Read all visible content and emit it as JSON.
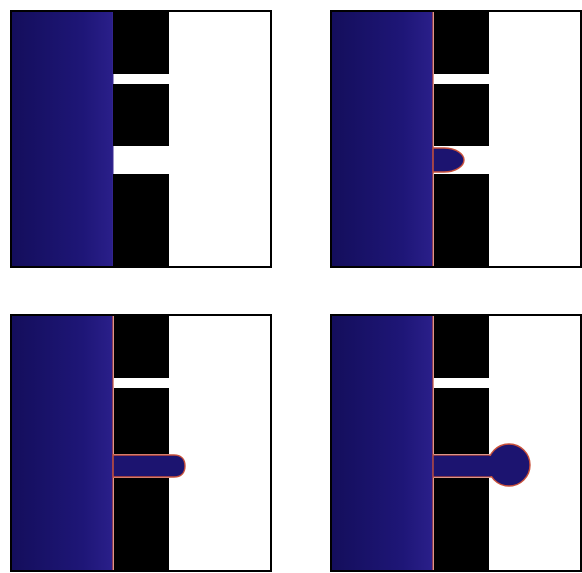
{
  "figure": {
    "panels": [
      {
        "frame": 1,
        "droplet": "none"
      },
      {
        "frame": 2,
        "droplet": "small-bulge"
      },
      {
        "frame": 3,
        "droplet": "elongated-finger"
      },
      {
        "frame": 4,
        "droplet": "spherical-droplet"
      }
    ]
  },
  "colors": {
    "fluid": "#1c1470",
    "fluid_dark": "#0f0a45",
    "fluid_light": "#2a1f8a",
    "interface": "#c8503a",
    "solid": "#000000",
    "background": "#ffffff",
    "frame": "#000000"
  }
}
